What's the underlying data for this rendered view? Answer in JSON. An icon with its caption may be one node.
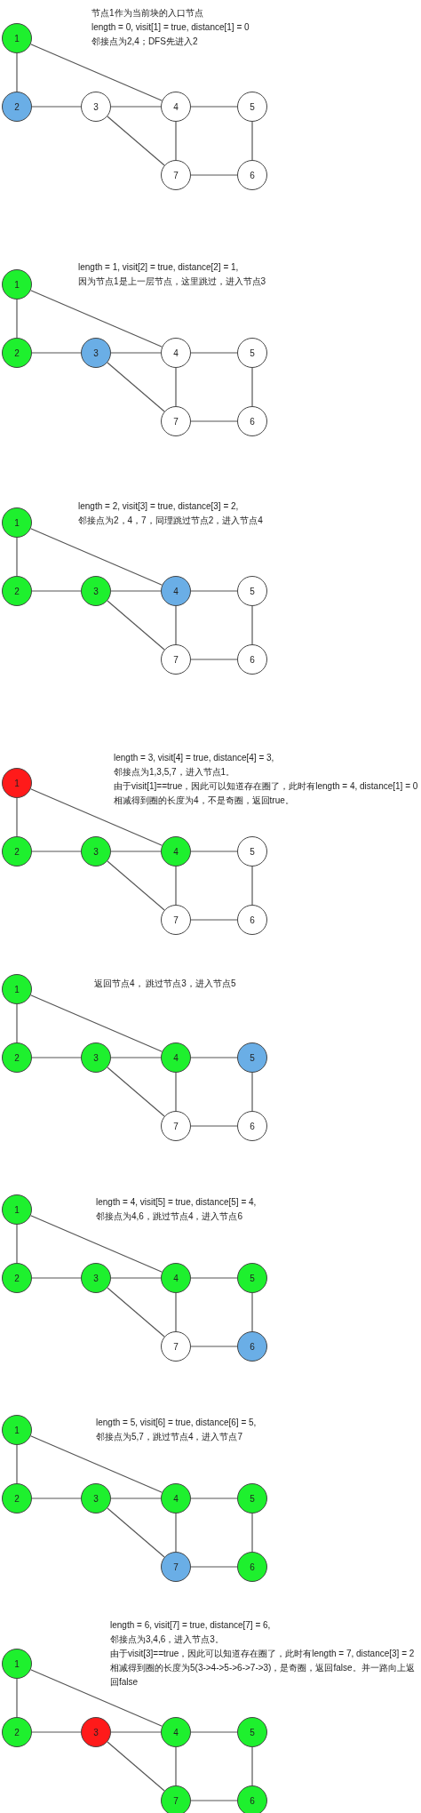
{
  "diagram": {
    "nodes": [
      {
        "text": [
          "1"
        ]
      },
      {
        "text": [
          "2"
        ]
      },
      {
        "text": [
          "3"
        ]
      },
      {
        "text": [
          "4"
        ]
      },
      {
        "text": [
          "5"
        ]
      },
      {
        "text": [
          "7"
        ]
      },
      {
        "text": [
          "6"
        ]
      },
      {
        "text": [
          "1"
        ]
      },
      {
        "text": [
          "2"
        ]
      },
      {
        "text": [
          "3"
        ]
      },
      {
        "text": [
          "4"
        ]
      },
      {
        "text": [
          "5"
        ]
      },
      {
        "text": [
          "7"
        ]
      },
      {
        "text": [
          "6"
        ]
      },
      {
        "text": [
          "1"
        ]
      },
      {
        "text": [
          "2"
        ]
      },
      {
        "text": [
          "3"
        ]
      },
      {
        "text": [
          "4"
        ]
      },
      {
        "text": [
          "5"
        ]
      },
      {
        "text": [
          "7"
        ]
      },
      {
        "text": [
          "6"
        ]
      },
      {
        "text": [
          "1"
        ]
      },
      {
        "text": [
          "2"
        ]
      },
      {
        "text": [
          "3"
        ]
      },
      {
        "text": [
          "4"
        ]
      },
      {
        "text": [
          "5"
        ]
      },
      {
        "text": [
          "7"
        ]
      },
      {
        "text": [
          "6"
        ]
      },
      {
        "text": [
          "1"
        ]
      },
      {
        "text": [
          "2"
        ]
      },
      {
        "text": [
          "3"
        ]
      },
      {
        "text": [
          "4"
        ]
      },
      {
        "text": [
          "5"
        ]
      },
      {
        "text": [
          "7"
        ]
      },
      {
        "text": [
          "6"
        ]
      },
      {
        "text": [
          "1"
        ]
      },
      {
        "text": [
          "2"
        ]
      },
      {
        "text": [
          "3"
        ]
      },
      {
        "text": [
          "4"
        ]
      },
      {
        "text": [
          "5"
        ]
      },
      {
        "text": [
          "7"
        ]
      },
      {
        "text": [
          "6"
        ]
      },
      {
        "text": [
          "1"
        ]
      },
      {
        "text": [
          "2"
        ]
      },
      {
        "text": [
          "3"
        ]
      },
      {
        "text": [
          "4"
        ]
      },
      {
        "text": [
          "5"
        ]
      },
      {
        "text": [
          "7"
        ]
      },
      {
        "text": [
          "6"
        ]
      },
      {
        "text": [
          "1"
        ]
      },
      {
        "text": [
          "2"
        ]
      },
      {
        "text": [
          "3"
        ]
      },
      {
        "text": [
          "4"
        ]
      },
      {
        "text": [
          "5"
        ]
      },
      {
        "text": [
          "7"
        ]
      },
      {
        "text": [
          "6"
        ]
      }
    ],
    "edges": [
      {
        "from": 0,
        "to": 1,
        "arrow": "none"
      },
      {
        "from": 0,
        "to": 3,
        "arrow": "none"
      },
      {
        "from": 1,
        "to": 2,
        "arrow": "none"
      },
      {
        "from": 2,
        "to": 3,
        "arrow": "none"
      },
      {
        "from": 2,
        "to": 5,
        "arrow": "none"
      },
      {
        "from": 3,
        "to": 4,
        "arrow": "none"
      },
      {
        "from": 3,
        "to": 5,
        "arrow": "none"
      },
      {
        "from": 4,
        "to": 6,
        "arrow": "none"
      },
      {
        "from": 5,
        "to": 6,
        "arrow": "none"
      },
      {
        "from": 7,
        "to": 8,
        "arrow": "none"
      },
      {
        "from": 7,
        "to": 10,
        "arrow": "none"
      },
      {
        "from": 8,
        "to": 9,
        "arrow": "none"
      },
      {
        "from": 9,
        "to": 10,
        "arrow": "none"
      },
      {
        "from": 9,
        "to": 12,
        "arrow": "none"
      },
      {
        "from": 10,
        "to": 11,
        "arrow": "none"
      },
      {
        "from": 10,
        "to": 12,
        "arrow": "none"
      },
      {
        "from": 11,
        "to": 13,
        "arrow": "none"
      },
      {
        "from": 12,
        "to": 13,
        "arrow": "none"
      },
      {
        "from": 14,
        "to": 15,
        "arrow": "none"
      },
      {
        "from": 14,
        "to": 17,
        "arrow": "none"
      },
      {
        "from": 15,
        "to": 16,
        "arrow": "none"
      },
      {
        "from": 16,
        "to": 17,
        "arrow": "none"
      },
      {
        "from": 16,
        "to": 19,
        "arrow": "none"
      },
      {
        "from": 17,
        "to": 18,
        "arrow": "none"
      },
      {
        "from": 17,
        "to": 19,
        "arrow": "none"
      },
      {
        "from": 18,
        "to": 20,
        "arrow": "none"
      },
      {
        "from": 19,
        "to": 20,
        "arrow": "none"
      },
      {
        "from": 21,
        "to": 22,
        "arrow": "none"
      },
      {
        "from": 21,
        "to": 24,
        "arrow": "none"
      },
      {
        "from": 22,
        "to": 23,
        "arrow": "none"
      },
      {
        "from": 23,
        "to": 24,
        "arrow": "none"
      },
      {
        "from": 23,
        "to": 26,
        "arrow": "none"
      },
      {
        "from": 24,
        "to": 25,
        "arrow": "none"
      },
      {
        "from": 24,
        "to": 26,
        "arrow": "none"
      },
      {
        "from": 25,
        "to": 27,
        "arrow": "none"
      },
      {
        "from": 26,
        "to": 27,
        "arrow": "none"
      },
      {
        "from": 28,
        "to": 29,
        "arrow": "none"
      },
      {
        "from": 28,
        "to": 31,
        "arrow": "none"
      },
      {
        "from": 29,
        "to": 30,
        "arrow": "none"
      },
      {
        "from": 30,
        "to": 31,
        "arrow": "none"
      },
      {
        "from": 30,
        "to": 33,
        "arrow": "none"
      },
      {
        "from": 31,
        "to": 32,
        "arrow": "none"
      },
      {
        "from": 31,
        "to": 33,
        "arrow": "none"
      },
      {
        "from": 32,
        "to": 34,
        "arrow": "none"
      },
      {
        "from": 33,
        "to": 34,
        "arrow": "none"
      },
      {
        "from": 35,
        "to": 36,
        "arrow": "none"
      },
      {
        "from": 35,
        "to": 38,
        "arrow": "none"
      },
      {
        "from": 36,
        "to": 37,
        "arrow": "none"
      },
      {
        "from": 37,
        "to": 38,
        "arrow": "none"
      },
      {
        "from": 37,
        "to": 40,
        "arrow": "none"
      },
      {
        "from": 38,
        "to": 39,
        "arrow": "none"
      },
      {
        "from": 38,
        "to": 40,
        "arrow": "none"
      },
      {
        "from": 39,
        "to": 41,
        "arrow": "none"
      },
      {
        "from": 40,
        "to": 41,
        "arrow": "none"
      },
      {
        "from": 42,
        "to": 43,
        "arrow": "none"
      },
      {
        "from": 42,
        "to": 45,
        "arrow": "none"
      },
      {
        "from": 43,
        "to": 44,
        "arrow": "none"
      },
      {
        "from": 44,
        "to": 45,
        "arrow": "none"
      },
      {
        "from": 44,
        "to": 47,
        "arrow": "none"
      },
      {
        "from": 45,
        "to": 46,
        "arrow": "none"
      },
      {
        "from": 45,
        "to": 47,
        "arrow": "none"
      },
      {
        "from": 46,
        "to": 48,
        "arrow": "none"
      },
      {
        "from": 47,
        "to": 48,
        "arrow": "none"
      },
      {
        "from": 49,
        "to": 50,
        "arrow": "none"
      },
      {
        "from": 49,
        "to": 52,
        "arrow": "none"
      },
      {
        "from": 50,
        "to": 51,
        "arrow": "none"
      },
      {
        "from": 51,
        "to": 52,
        "arrow": "none"
      },
      {
        "from": 51,
        "to": 54,
        "arrow": "none"
      },
      {
        "from": 52,
        "to": 53,
        "arrow": "none"
      },
      {
        "from": 52,
        "to": 54,
        "arrow": "none"
      },
      {
        "from": 53,
        "to": 55,
        "arrow": "none"
      },
      {
        "from": 54,
        "to": 55,
        "arrow": "none"
      }
    ],
    "labels": [
      "节点1作为当前块的入口节点",
      "length = 0, visit[1] = true, distance[1] = 0",
      "邻接点为2,4；DFS先进入2",
      "length = 1, visit[2] = true, distance[2] = 1,",
      "因为节点1是上一层节点，这里跳过，进入节点3",
      "length = 2, visit[3] = true, distance[3] = 2,",
      "邻接点为2，4，7，同理跳过节点2，进入节点4",
      "length = 3, visit[4] = true, distance[4] = 3,",
      "邻接点为1,3,5,7，进入节点1。",
      "由于visit[1]==true，因此可以知道存在圈了，此时有length = 4, distance[1] = 0",
      "相减得到圈的长度为4，不是奇圈，返回true。",
      "返回节点4， 跳过节点3，进入节点5",
      "length = 4, visit[5] = true, distance[5] = 4,",
      "邻接点为4,6，跳过节点4，进入节点6",
      "length = 5, visit[6] = true, distance[6] = 5,",
      "邻接点为5,7，跳过节点4，进入节点7",
      "length = 6, visit[7] = true, distance[7] = 6,",
      "邻接点为3,4,6，进入节点3。",
      "由于visit[3]==true，因此可以知道存在圈了，此时有length = 7, distance[3] = 2",
      "相减得到圈的长度为5(3->4->5->6->7->3)，是奇圈，返回false。并一路向上返回false"
    ]
  }
}
